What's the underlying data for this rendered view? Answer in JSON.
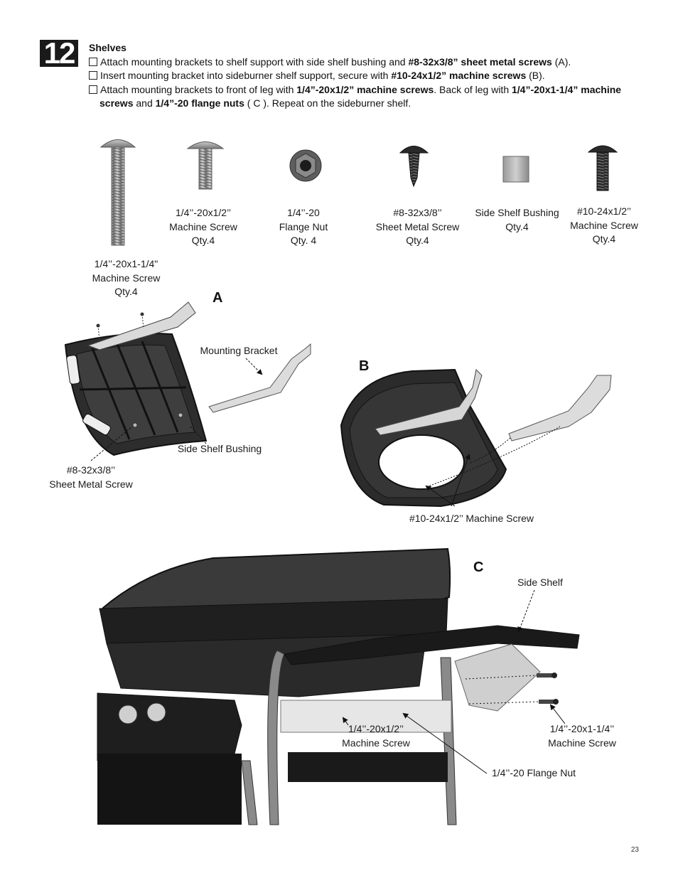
{
  "step": {
    "number": "12"
  },
  "instructions": {
    "title": "Shelves",
    "line1": {
      "pre": "Attach mounting brackets to shelf support with side shelf bushing and ",
      "bold": "#8-32x3/8” sheet metal screws",
      "post": " (A)."
    },
    "line2": {
      "pre": "Insert mounting bracket into sideburner shelf support, secure with ",
      "bold": "#10-24x1/2” machine screws",
      "post": " (B)."
    },
    "line3": {
      "pre": "Attach mounting brackets to front of leg with ",
      "bold1": "1/4”-20x1/2” machine screws",
      "mid": ". Back of leg with ",
      "bold2": "1/4”-20x1-1/4” machine"
    },
    "line4": {
      "bold": "screws",
      "mid": " and ",
      "bold2": "1/4”-20 flange nuts",
      "post": " ( C ). Repeat on the sideburner shelf."
    }
  },
  "parts": [
    {
      "name": "1/4’’-20x1-1/4\"",
      "desc": "Machine Screw",
      "qty": "Qty.4"
    },
    {
      "name": "1/4’’-20x1/2’’",
      "desc": "Machine Screw",
      "qty": "Qty.4"
    },
    {
      "name": "1/4’’-20",
      "desc": "Flange Nut",
      "qty": "Qty. 4"
    },
    {
      "name": "#8-32x3/8’’",
      "desc": "Sheet Metal Screw",
      "qty": "Qty.4"
    },
    {
      "name": "Side Shelf Bushing",
      "desc": "",
      "qty": "Qty.4"
    },
    {
      "name": "#10-24x1/2’’",
      "desc": "Machine Screw",
      "qty": "Qty.4"
    }
  ],
  "figure_a": {
    "label": "A",
    "callouts": {
      "bracket": "Mounting Bracket",
      "bushing": "Side Shelf Bushing",
      "screw_l1": "#8-32x3/8’’",
      "screw_l2": "Sheet Metal Screw"
    }
  },
  "figure_b": {
    "label": "B",
    "callouts": {
      "screw": "#10-24x1/2’’ Machine Screw"
    }
  },
  "figure_c": {
    "label": "C",
    "callouts": {
      "side_shelf": "Side Shelf",
      "short_screw_l1": "1/4’’-20x1/2’’",
      "short_screw_l2": "Machine Screw",
      "long_screw_l1": "1/4’’-20x1-1/4’’",
      "long_screw_l2": "Machine Screw",
      "flange_nut": "1/4’’-20 Flange Nut"
    }
  },
  "page": {
    "number": "23"
  }
}
